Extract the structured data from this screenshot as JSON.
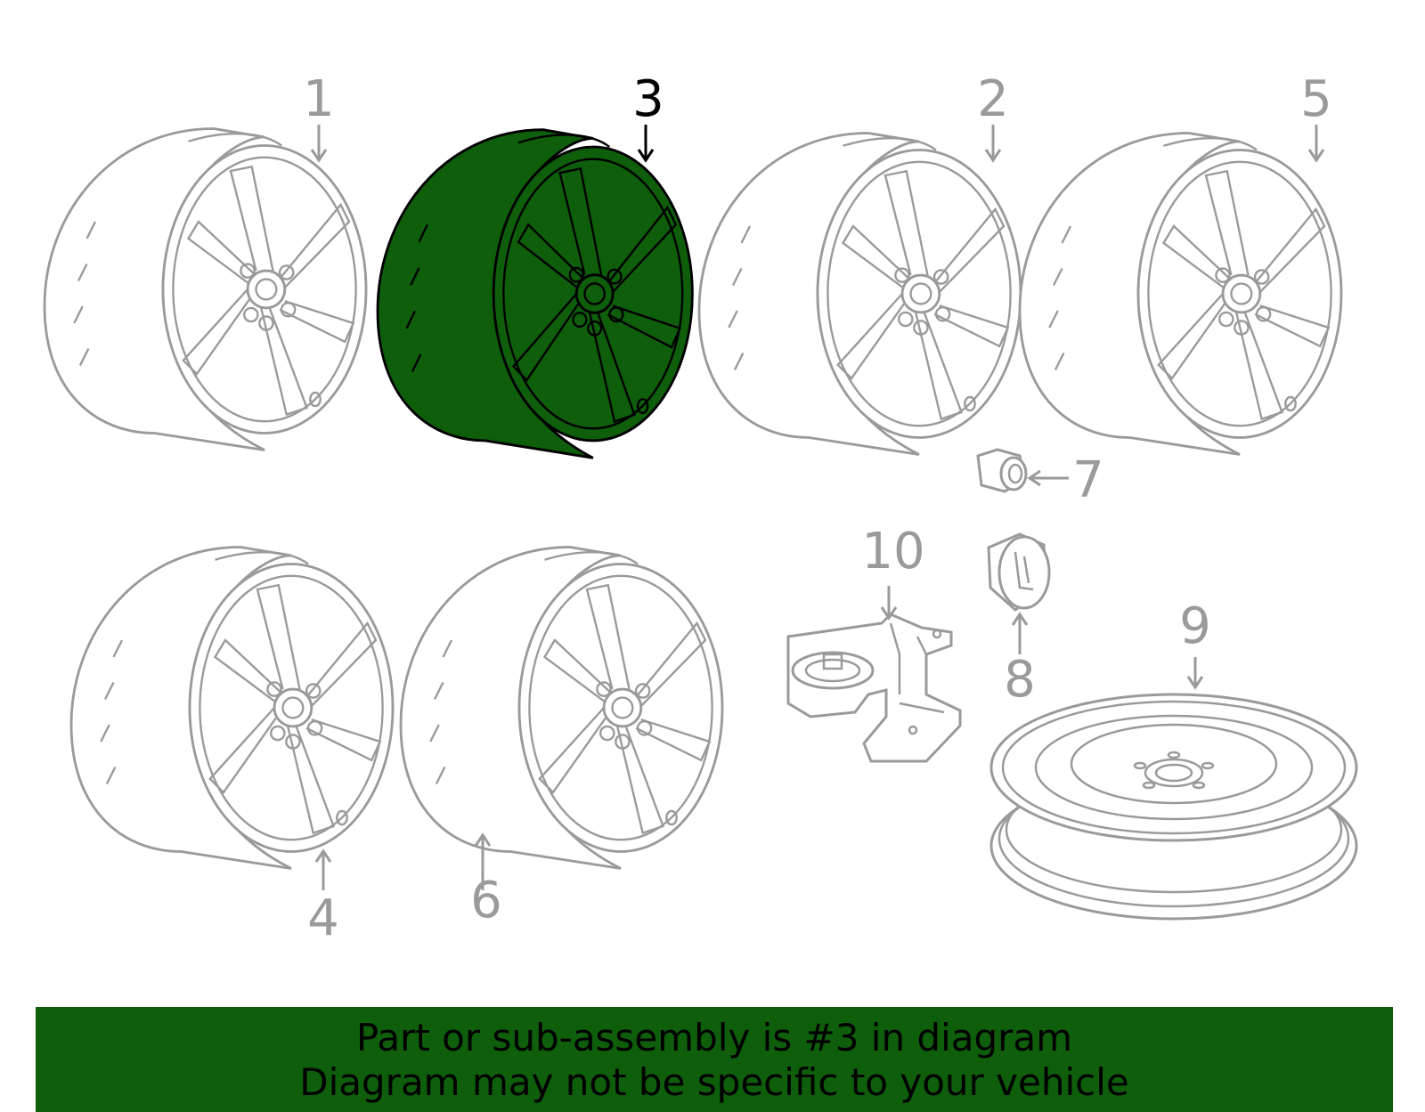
{
  "highlight_color": "#0e5e0b",
  "part_color": "#9a9a9a",
  "highlighted_callout": "3",
  "callouts": {
    "c1": "1",
    "c2": "2",
    "c3": "3",
    "c4": "4",
    "c5": "5",
    "c6": "6",
    "c7": "7",
    "c8": "8",
    "c9": "9",
    "c10": "10"
  },
  "banner": {
    "line1": "Part or sub-assembly is #3 in diagram",
    "line2": "Diagram may not be specific to your vehicle"
  }
}
